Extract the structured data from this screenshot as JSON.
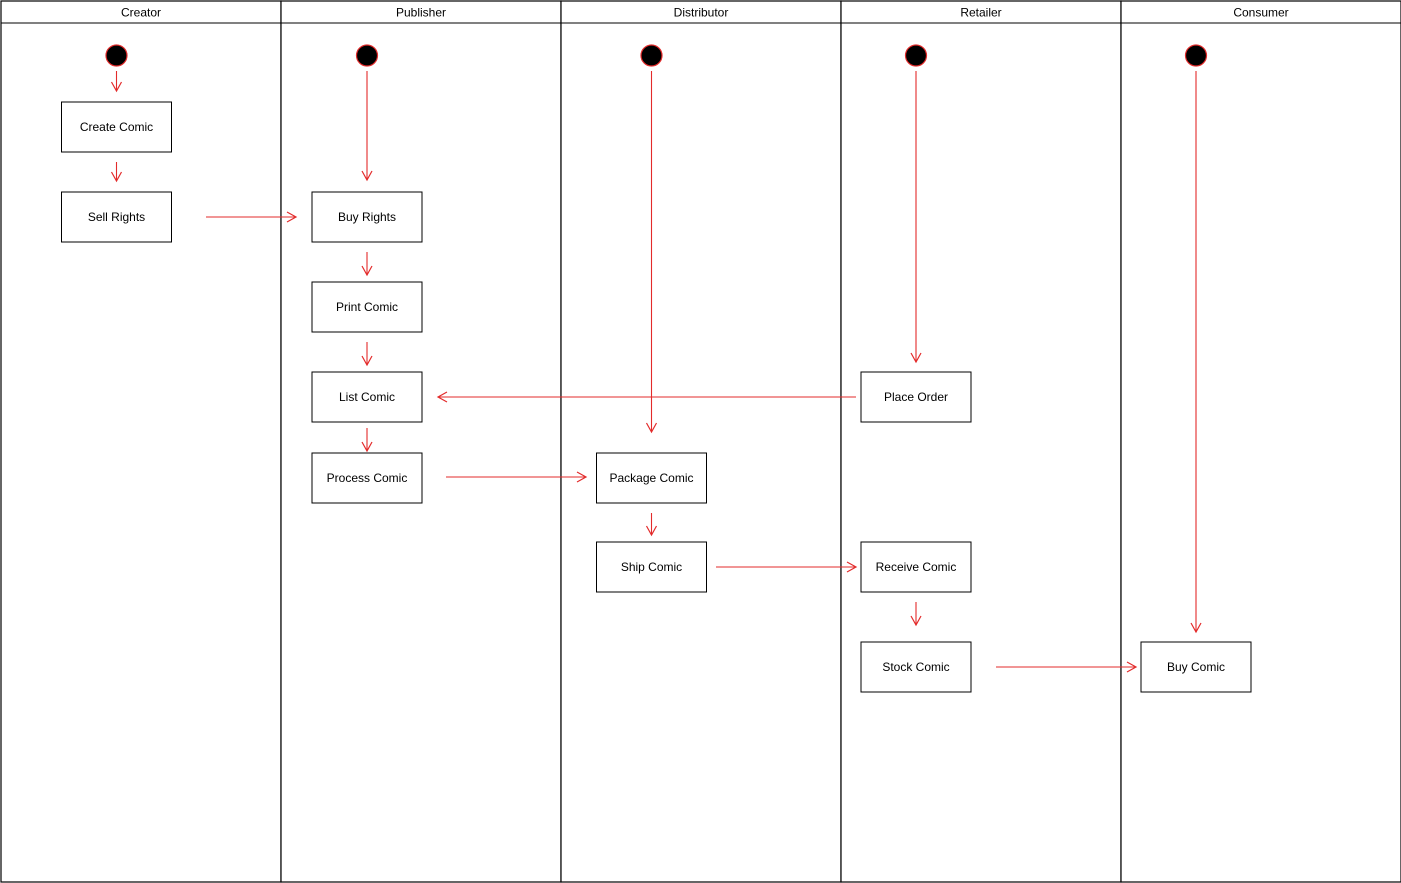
{
  "colors": {
    "background": "#ffffff",
    "border": "#000000",
    "flow_arrow": "#e32b2b",
    "start_node_fill": "#000000",
    "start_node_stroke": "#e32b2b"
  },
  "lanes": [
    {
      "id": "creator",
      "title": "Creator"
    },
    {
      "id": "publisher",
      "title": "Publisher"
    },
    {
      "id": "distributor",
      "title": "Distributor"
    },
    {
      "id": "retailer",
      "title": "Retailer"
    },
    {
      "id": "consumer",
      "title": "Consumer"
    }
  ],
  "start_nodes": [
    {
      "id": "start-creator",
      "lane": "creator"
    },
    {
      "id": "start-publisher",
      "lane": "publisher"
    },
    {
      "id": "start-distributor",
      "lane": "distributor"
    },
    {
      "id": "start-retailer",
      "lane": "retailer"
    },
    {
      "id": "start-consumer",
      "lane": "consumer"
    }
  ],
  "activities": [
    {
      "id": "create-comic",
      "lane": "creator",
      "label": "Create Comic"
    },
    {
      "id": "sell-rights",
      "lane": "creator",
      "label": "Sell Rights"
    },
    {
      "id": "buy-rights",
      "lane": "publisher",
      "label": "Buy Rights"
    },
    {
      "id": "print-comic",
      "lane": "publisher",
      "label": "Print Comic"
    },
    {
      "id": "list-comic",
      "lane": "publisher",
      "label": "List Comic"
    },
    {
      "id": "process-comic",
      "lane": "publisher",
      "label": "Process Comic"
    },
    {
      "id": "package-comic",
      "lane": "distributor",
      "label": "Package Comic"
    },
    {
      "id": "ship-comic",
      "lane": "distributor",
      "label": "Ship Comic"
    },
    {
      "id": "place-order",
      "lane": "retailer",
      "label": "Place Order"
    },
    {
      "id": "receive-comic",
      "lane": "retailer",
      "label": "Receive Comic"
    },
    {
      "id": "stock-comic",
      "lane": "retailer",
      "label": "Stock Comic"
    },
    {
      "id": "buy-comic",
      "lane": "consumer",
      "label": "Buy Comic"
    }
  ],
  "flows": [
    {
      "from": "start-creator",
      "to": "create-comic"
    },
    {
      "from": "create-comic",
      "to": "sell-rights"
    },
    {
      "from": "sell-rights",
      "to": "buy-rights"
    },
    {
      "from": "start-publisher",
      "to": "buy-rights"
    },
    {
      "from": "buy-rights",
      "to": "print-comic"
    },
    {
      "from": "print-comic",
      "to": "list-comic"
    },
    {
      "from": "list-comic",
      "to": "process-comic"
    },
    {
      "from": "place-order",
      "to": "list-comic"
    },
    {
      "from": "process-comic",
      "to": "package-comic"
    },
    {
      "from": "start-distributor",
      "to": "package-comic"
    },
    {
      "from": "package-comic",
      "to": "ship-comic"
    },
    {
      "from": "ship-comic",
      "to": "receive-comic"
    },
    {
      "from": "start-retailer",
      "to": "place-order"
    },
    {
      "from": "receive-comic",
      "to": "stock-comic"
    },
    {
      "from": "stock-comic",
      "to": "buy-comic"
    },
    {
      "from": "start-consumer",
      "to": "buy-comic"
    }
  ]
}
